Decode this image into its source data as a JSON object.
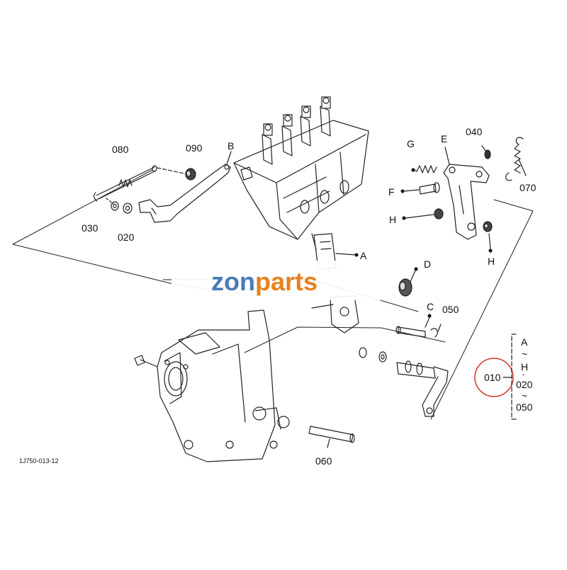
{
  "diagram": {
    "part_labels": {
      "p080": "080",
      "p090": "090",
      "pB": "B",
      "p030": "030",
      "p020": "020",
      "pA": "A",
      "pG": "G",
      "pE": "E",
      "p040": "040",
      "p070": "070",
      "pF": "F",
      "pH1": "H",
      "pH2": "H",
      "pD": "D",
      "pC": "C",
      "p050": "050",
      "p060": "060"
    },
    "highlighted_part": "010",
    "highlight_color": "#d9342b",
    "range_note": {
      "from": "A",
      "tilde_1": "~",
      "to": "H",
      "dot": "·",
      "line_2": "020",
      "tilde_2": "~",
      "line_3": "050"
    },
    "figure_ref": "1J750-013-12",
    "watermark": {
      "brand_part1": "zon",
      "brand_part2": "parts",
      "color_part1": "#4a7ab8",
      "color_part2": "#e8821e"
    }
  }
}
